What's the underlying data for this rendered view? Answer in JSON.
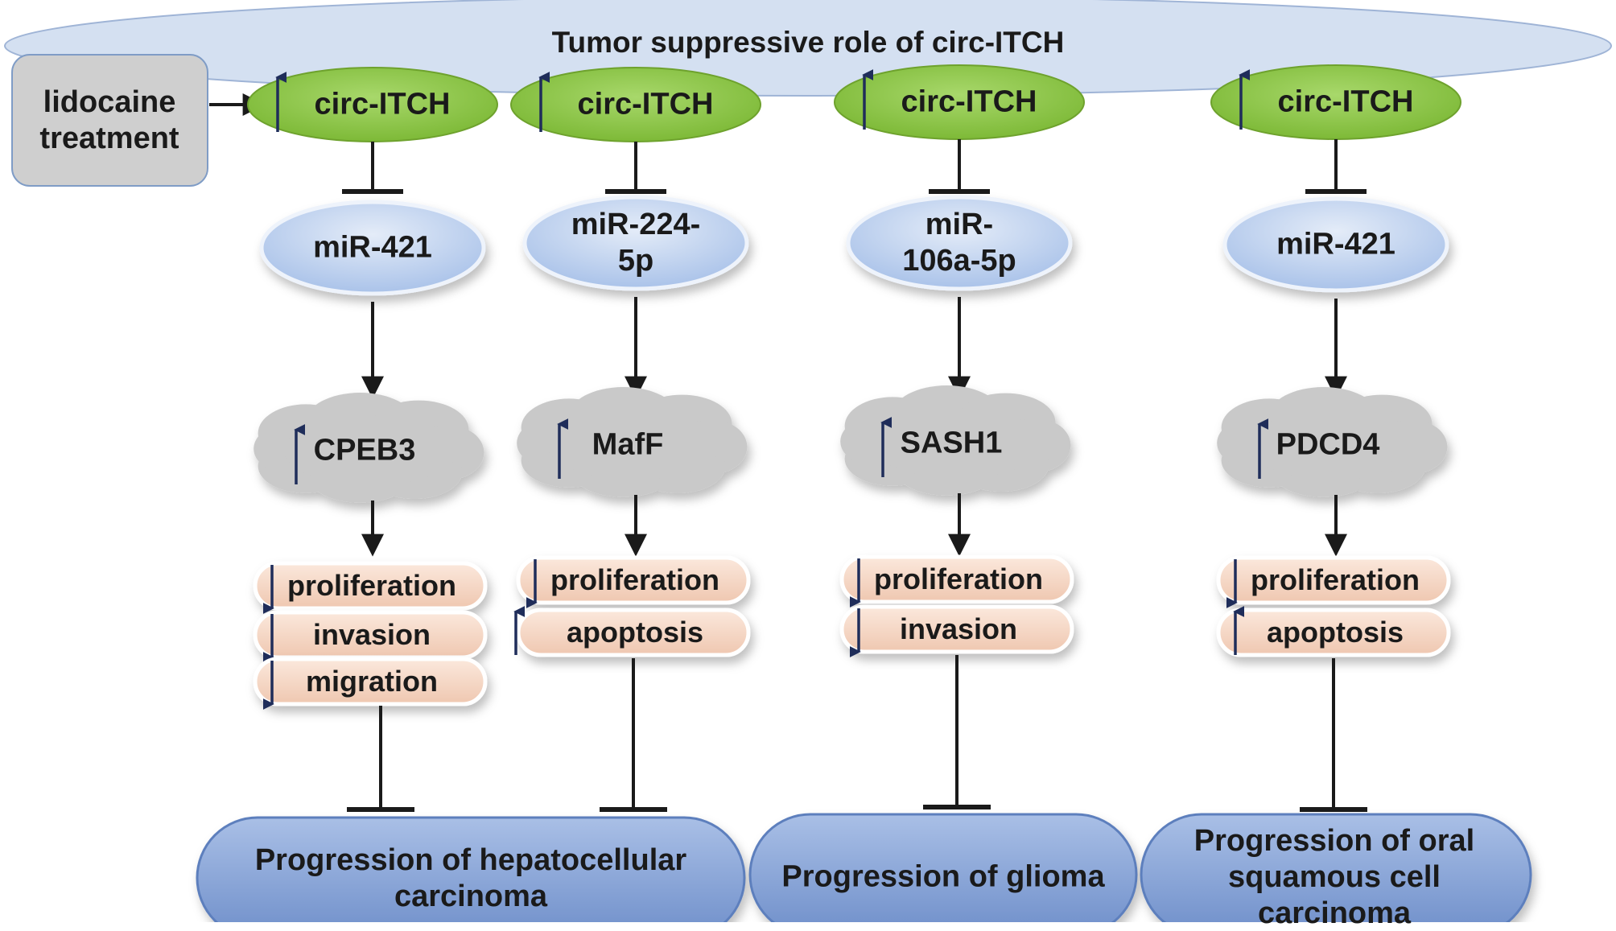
{
  "title": "Tumor suppressive role of circ-ITCH",
  "treatment": {
    "label": "lidocaine treatment"
  },
  "pathways": [
    {
      "circ": "circ-ITCH",
      "mirna": "miR-421",
      "target": "CPEB3",
      "target_direction": "up",
      "processes": [
        {
          "label": "proliferation",
          "direction": "down"
        },
        {
          "label": "invasion",
          "direction": "down"
        },
        {
          "label": "migration",
          "direction": "down"
        }
      ]
    },
    {
      "circ": "circ-ITCH",
      "mirna": "miR-224-5p",
      "target": "MafF",
      "target_direction": "up",
      "processes": [
        {
          "label": "proliferation",
          "direction": "down"
        },
        {
          "label": "apoptosis",
          "direction": "up"
        }
      ]
    },
    {
      "circ": "circ-ITCH",
      "mirna": "miR-106a-5p",
      "target": "SASH1",
      "target_direction": "up",
      "processes": [
        {
          "label": "proliferation",
          "direction": "down"
        },
        {
          "label": "invasion",
          "direction": "down"
        }
      ]
    },
    {
      "circ": "circ-ITCH",
      "mirna": "miR-421",
      "target": "PDCD4",
      "target_direction": "up",
      "processes": [
        {
          "label": "proliferation",
          "direction": "down"
        },
        {
          "label": "apoptosis",
          "direction": "up"
        }
      ]
    }
  ],
  "outcomes": [
    {
      "label": "Progression of hepatocellular carcinoma"
    },
    {
      "label": "Progression of glioma"
    },
    {
      "label": "Progression of oral squamous cell carcinoma"
    }
  ],
  "colors": {
    "banner": "#cfdcef",
    "banner_stroke": "#9fb4d6",
    "circ_fill": "#8cc63f",
    "circ_stroke": "#6ea22d",
    "mirna_fill": "#b7cdee",
    "mirna_stroke": "#e8eff9",
    "target_fill": "#c9c9c9",
    "process_fill": "#f4d6c4",
    "outcome_fill": "#7c9ad0",
    "outcome_stroke": "#5d7fbd",
    "box_fill": "#cfcfcf",
    "box_stroke": "#7f9cc6",
    "line": "#1a1a1a",
    "arrow_indicator": "#1f2d5a"
  }
}
